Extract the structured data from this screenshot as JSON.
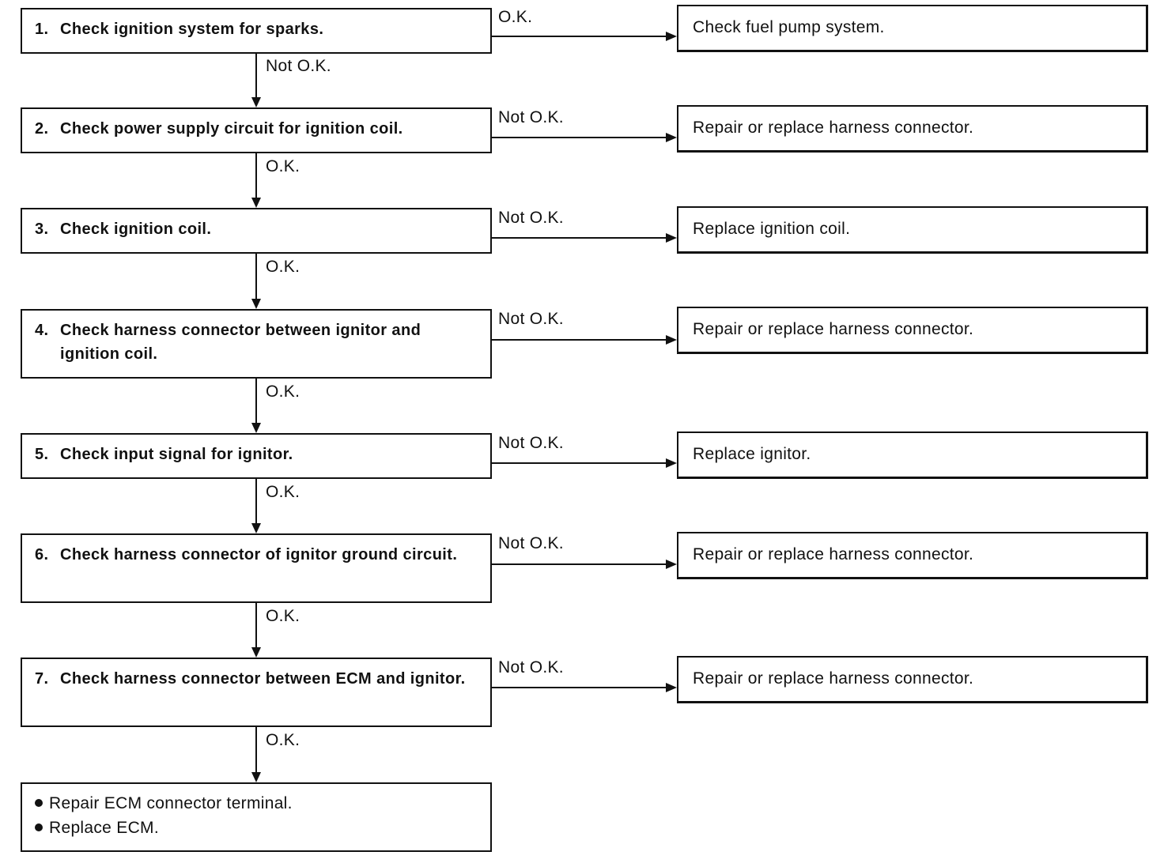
{
  "steps": [
    {
      "num": "1.",
      "text": "Check ignition system for sparks."
    },
    {
      "num": "2.",
      "text": "Check power supply circuit for ignition coil."
    },
    {
      "num": "3.",
      "text": "Check ignition coil."
    },
    {
      "num": "4.",
      "text": "Check harness connector between ignitor and ignition coil."
    },
    {
      "num": "5.",
      "text": "Check input signal for ignitor."
    },
    {
      "num": "6.",
      "text": "Check harness connector of ignitor ground circuit."
    },
    {
      "num": "7.",
      "text": "Check harness connector between ECM and ignitor."
    }
  ],
  "results": [
    "Check fuel pump system.",
    "Repair or replace harness connector.",
    "Replace ignition coil.",
    "Repair or replace harness connector.",
    "Replace ignitor.",
    "Repair or replace harness connector.",
    "Repair or replace harness connector."
  ],
  "side_labels": [
    "O.K.",
    "Not O.K.",
    "Not O.K.",
    "Not O.K.",
    "Not O.K.",
    "Not O.K.",
    "Not O.K."
  ],
  "down_labels": [
    "Not O.K.",
    "O.K.",
    "O.K.",
    "O.K.",
    "O.K.",
    "O.K.",
    "O.K."
  ],
  "final": {
    "items": [
      "Repair ECM connector terminal.",
      "Replace ECM."
    ]
  }
}
